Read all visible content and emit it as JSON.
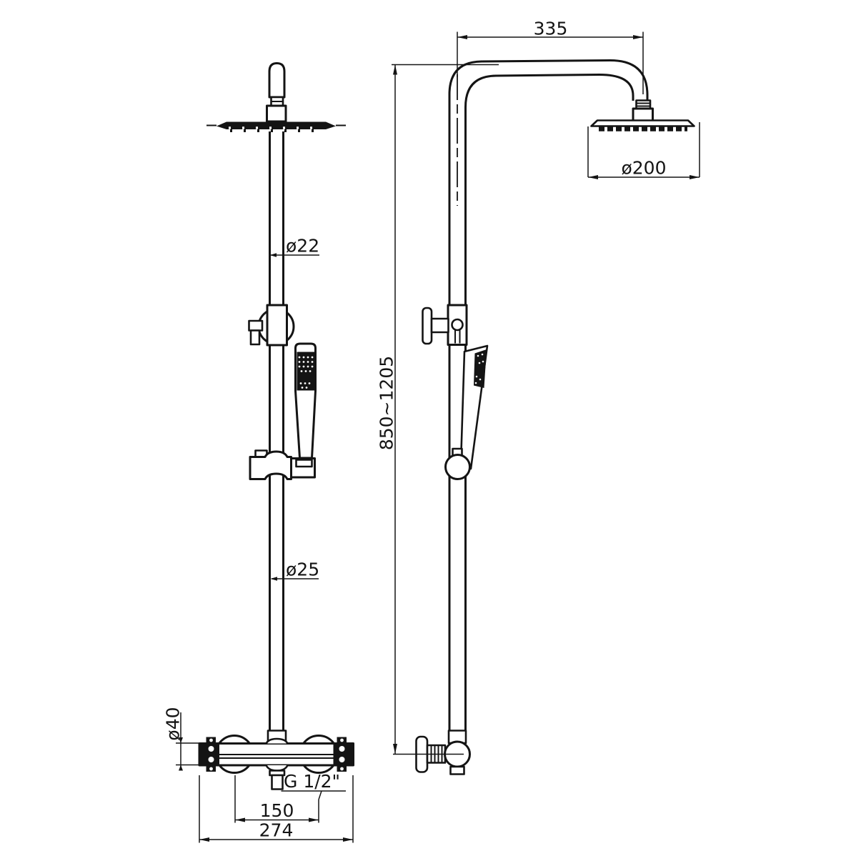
{
  "drawing": {
    "background": "#ffffff",
    "line_color": "#141414",
    "views": {
      "front_view": "front elevation of shower column",
      "side_view": "side elevation of shower column"
    },
    "dimensions": {
      "arm_length": "335",
      "head_diameter": "ø200",
      "upper_pipe_diameter": "ø22",
      "lower_pipe_diameter": "ø25",
      "height_range": "850~1205",
      "valve_body_diameter": "ø40",
      "outlet_thread": "G 1/2\"",
      "inlet_centers": "150",
      "valve_width": "274"
    }
  }
}
